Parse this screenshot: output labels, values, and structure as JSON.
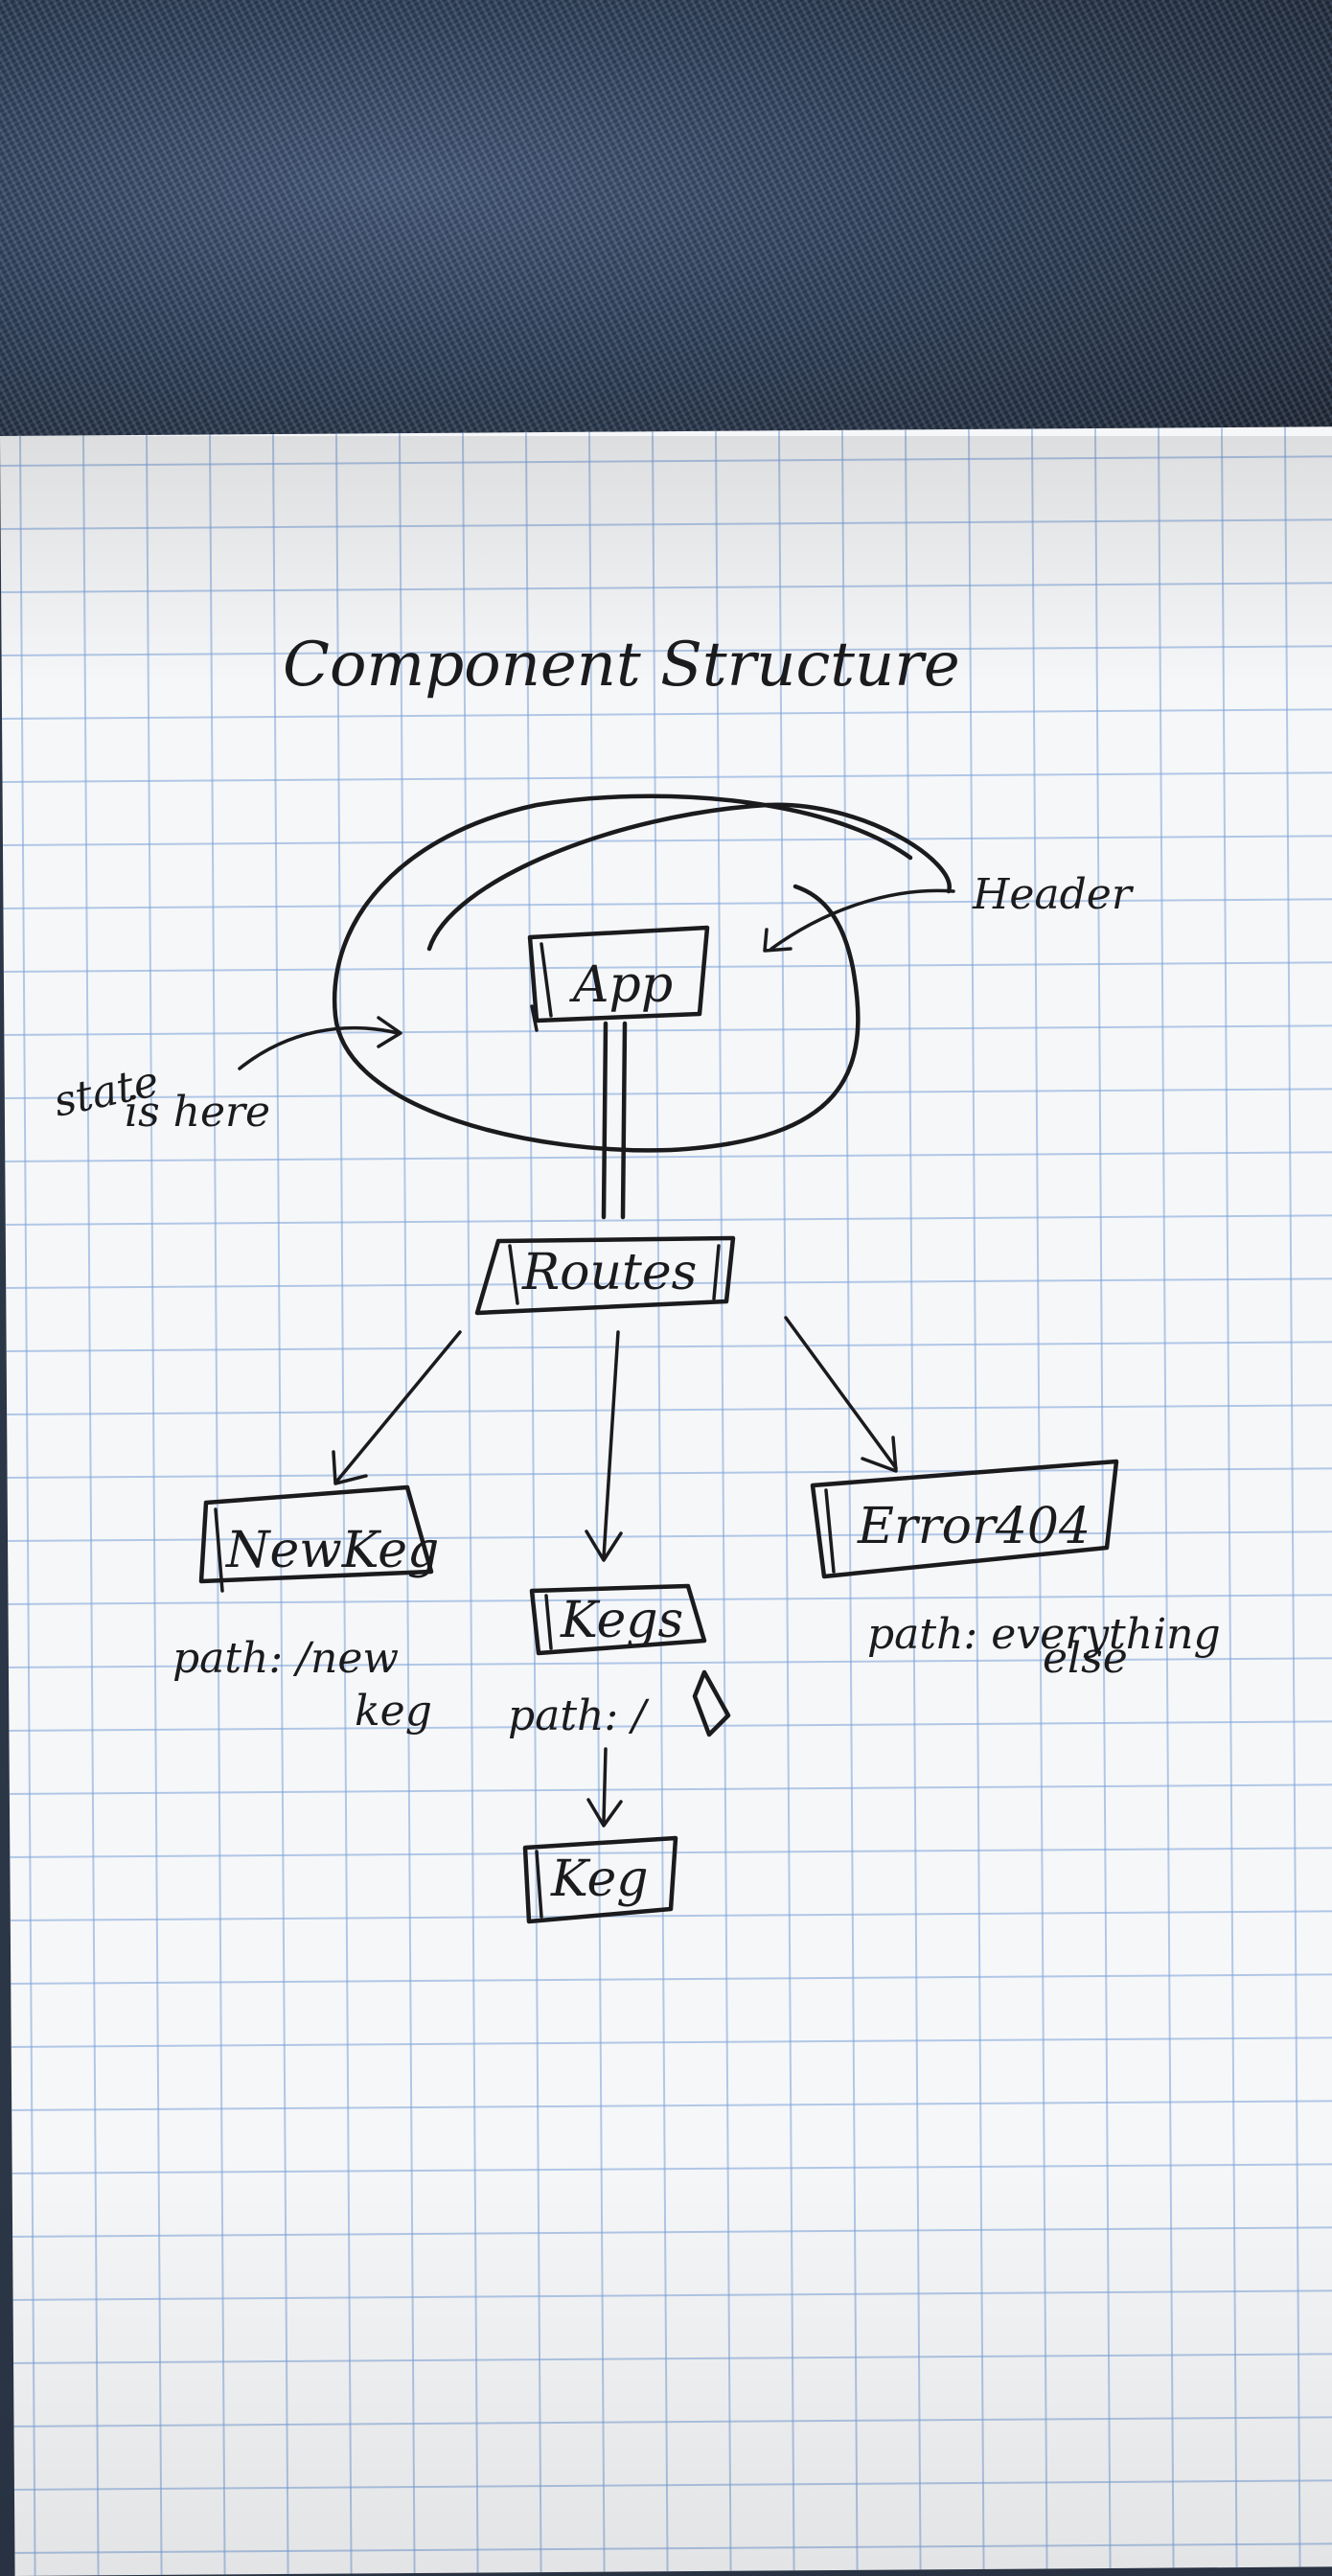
{
  "title": "Component Structure",
  "nodes": {
    "app": "App",
    "routes": "Routes",
    "new_keg": "NewKeg",
    "kegs": "Kegs",
    "error404": "Error404",
    "keg": "Keg"
  },
  "annotations": {
    "state_line1": "state",
    "state_line2": "is here",
    "header": "Header",
    "newkeg_path_1": "path: /new",
    "newkeg_path_2": "keg",
    "kegs_path": "path: /",
    "error_path_1": "path: everything",
    "error_path_2": "else"
  },
  "colors": {
    "ink": "#1b1b1e",
    "grid": "#78a0d7",
    "paper": "#f6f7f9",
    "background": "#2b3647"
  }
}
